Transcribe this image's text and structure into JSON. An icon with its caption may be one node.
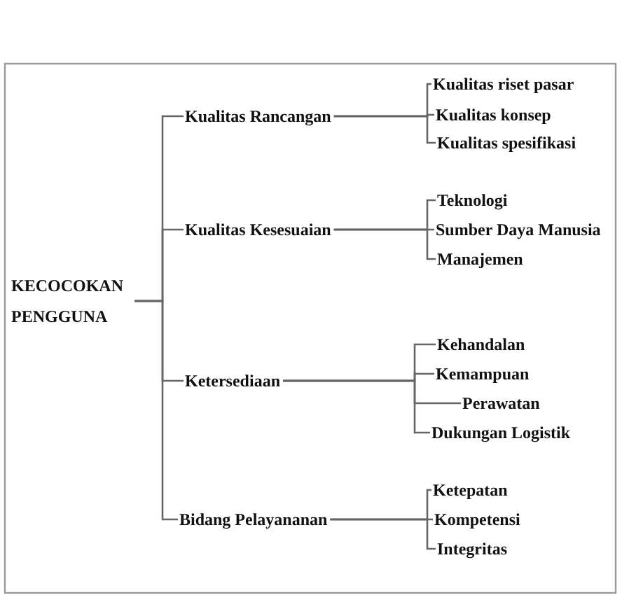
{
  "diagram": {
    "nodes": [
      {
        "text": [
          "KECOCOKAN PENGGUNA"
        ]
      },
      {
        "text": [
          "Kualitas Rancangan"
        ]
      },
      {
        "text": [
          "Kualitas riset pasar"
        ]
      },
      {
        "text": [
          "Kualitas konsep"
        ]
      },
      {
        "text": [
          "Kualitas spesifikasi"
        ]
      },
      {
        "text": [
          "Kualitas Kesesuaian"
        ]
      },
      {
        "text": [
          "Teknologi"
        ]
      },
      {
        "text": [
          "Sumber Daya Manusia"
        ]
      },
      {
        "text": [
          "Manajemen"
        ]
      },
      {
        "text": [
          "Ketersediaan"
        ]
      },
      {
        "text": [
          "Kehandalan"
        ]
      },
      {
        "text": [
          "Kemampuan"
        ]
      },
      {
        "text": [
          "Perawatan"
        ]
      },
      {
        "text": [
          "Dukungan Logistik"
        ]
      },
      {
        "text": [
          "Bidang Pelayananan"
        ]
      },
      {
        "text": [
          "Ketepatan"
        ]
      },
      {
        "text": [
          "Kompetensi"
        ]
      },
      {
        "text": [
          "Integritas"
        ]
      }
    ],
    "edges": [
      {
        "from": 0,
        "to": 1,
        "arrow": "none"
      },
      {
        "from": 0,
        "to": 5,
        "arrow": "none"
      },
      {
        "from": 0,
        "to": 9,
        "arrow": "none"
      },
      {
        "from": 0,
        "to": 14,
        "arrow": "none"
      },
      {
        "from": 1,
        "to": 2,
        "arrow": "none"
      },
      {
        "from": 1,
        "to": 3,
        "arrow": "none"
      },
      {
        "from": 1,
        "to": 4,
        "arrow": "none"
      },
      {
        "from": 5,
        "to": 6,
        "arrow": "none"
      },
      {
        "from": 5,
        "to": 7,
        "arrow": "none"
      },
      {
        "from": 5,
        "to": 8,
        "arrow": "none"
      },
      {
        "from": 9,
        "to": 10,
        "arrow": "none"
      },
      {
        "from": 9,
        "to": 11,
        "arrow": "none"
      },
      {
        "from": 9,
        "to": 12,
        "arrow": "none"
      },
      {
        "from": 9,
        "to": 13,
        "arrow": "none"
      },
      {
        "from": 14,
        "to": 15,
        "arrow": "none"
      },
      {
        "from": 14,
        "to": 16,
        "arrow": "none"
      },
      {
        "from": 14,
        "to": 17,
        "arrow": "none"
      }
    ]
  }
}
